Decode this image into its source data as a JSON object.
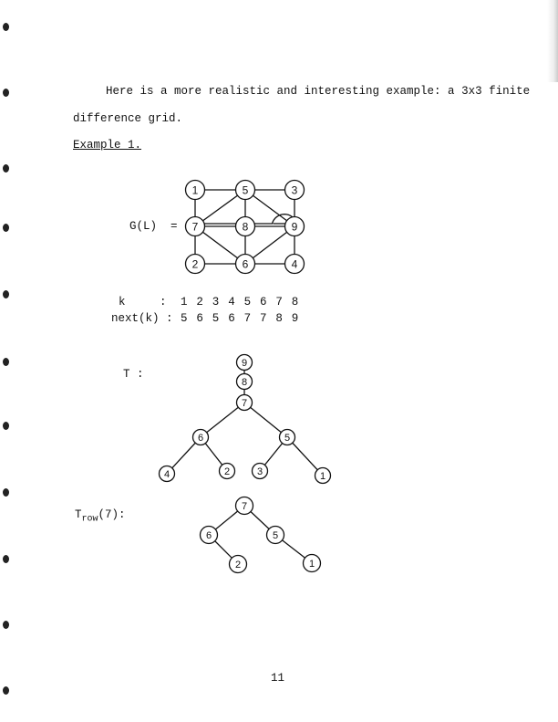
{
  "intro_line1": "Here is a more realistic and interesting example: a 3x3 finite",
  "intro_line2": "difference grid.",
  "example_heading": "Example 1.",
  "graph_label": "G(L)  =",
  "graph": {
    "nodes": [
      "1",
      "5",
      "3",
      "7",
      "8",
      "9",
      "2",
      "6",
      "4"
    ],
    "edges": [
      [
        "1",
        "5"
      ],
      [
        "5",
        "3"
      ],
      [
        "1",
        "7"
      ],
      [
        "3",
        "9"
      ],
      [
        "7",
        "2"
      ],
      [
        "9",
        "4"
      ],
      [
        "2",
        "6"
      ],
      [
        "6",
        "4"
      ],
      [
        "5",
        "7"
      ],
      [
        "5",
        "8"
      ],
      [
        "5",
        "9"
      ],
      [
        "7",
        "8"
      ],
      [
        "8",
        "9"
      ],
      [
        "7",
        "9"
      ],
      [
        "7",
        "6"
      ],
      [
        "8",
        "6"
      ],
      [
        "9",
        "6"
      ]
    ]
  },
  "next_table": {
    "row1_label": "k     :",
    "row1_values": [
      "1",
      "2",
      "3",
      "4",
      "5",
      "6",
      "7",
      "8"
    ],
    "row2_label": "next(k) :",
    "row2_values": [
      "5",
      "6",
      "5",
      "6",
      "7",
      "7",
      "8",
      "9"
    ]
  },
  "tree_label": "T :",
  "tree": {
    "nodes": [
      "9",
      "8",
      "7",
      "6",
      "5",
      "4",
      "2",
      "3",
      "1"
    ],
    "edges": [
      [
        "9",
        "8"
      ],
      [
        "8",
        "7"
      ],
      [
        "7",
        "6"
      ],
      [
        "7",
        "5"
      ],
      [
        "6",
        "4"
      ],
      [
        "6",
        "2"
      ],
      [
        "5",
        "3"
      ],
      [
        "5",
        "1"
      ]
    ]
  },
  "trow_label_main": "T",
  "trow_label_sub": "row",
  "trow_label_arg": "(7):",
  "trow": {
    "nodes": [
      "7",
      "6",
      "5",
      "2",
      "1"
    ],
    "edges": [
      [
        "7",
        "6"
      ],
      [
        "7",
        "5"
      ],
      [
        "6",
        "2"
      ],
      [
        "5",
        "1"
      ]
    ]
  },
  "page_number": "11"
}
